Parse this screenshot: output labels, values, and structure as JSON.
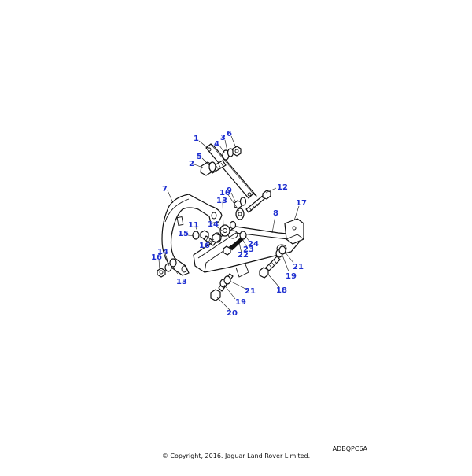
{
  "diagram": {
    "drawing_code": "ADBQPC6A",
    "copyright": "© Copyright, 2016. Jaguar Land Rover Limited.",
    "callouts": [
      "1",
      "2",
      "3",
      "4",
      "5",
      "6",
      "7",
      "8",
      "9",
      "10",
      "11",
      "12",
      "13",
      "13",
      "14",
      "14",
      "15",
      "16",
      "16",
      "17",
      "18",
      "19",
      "19",
      "20",
      "21",
      "21",
      "22",
      "23",
      "24"
    ],
    "colors": {
      "callout": "#1e2fd0",
      "linework": "#111111",
      "background": "#ffffff"
    }
  }
}
